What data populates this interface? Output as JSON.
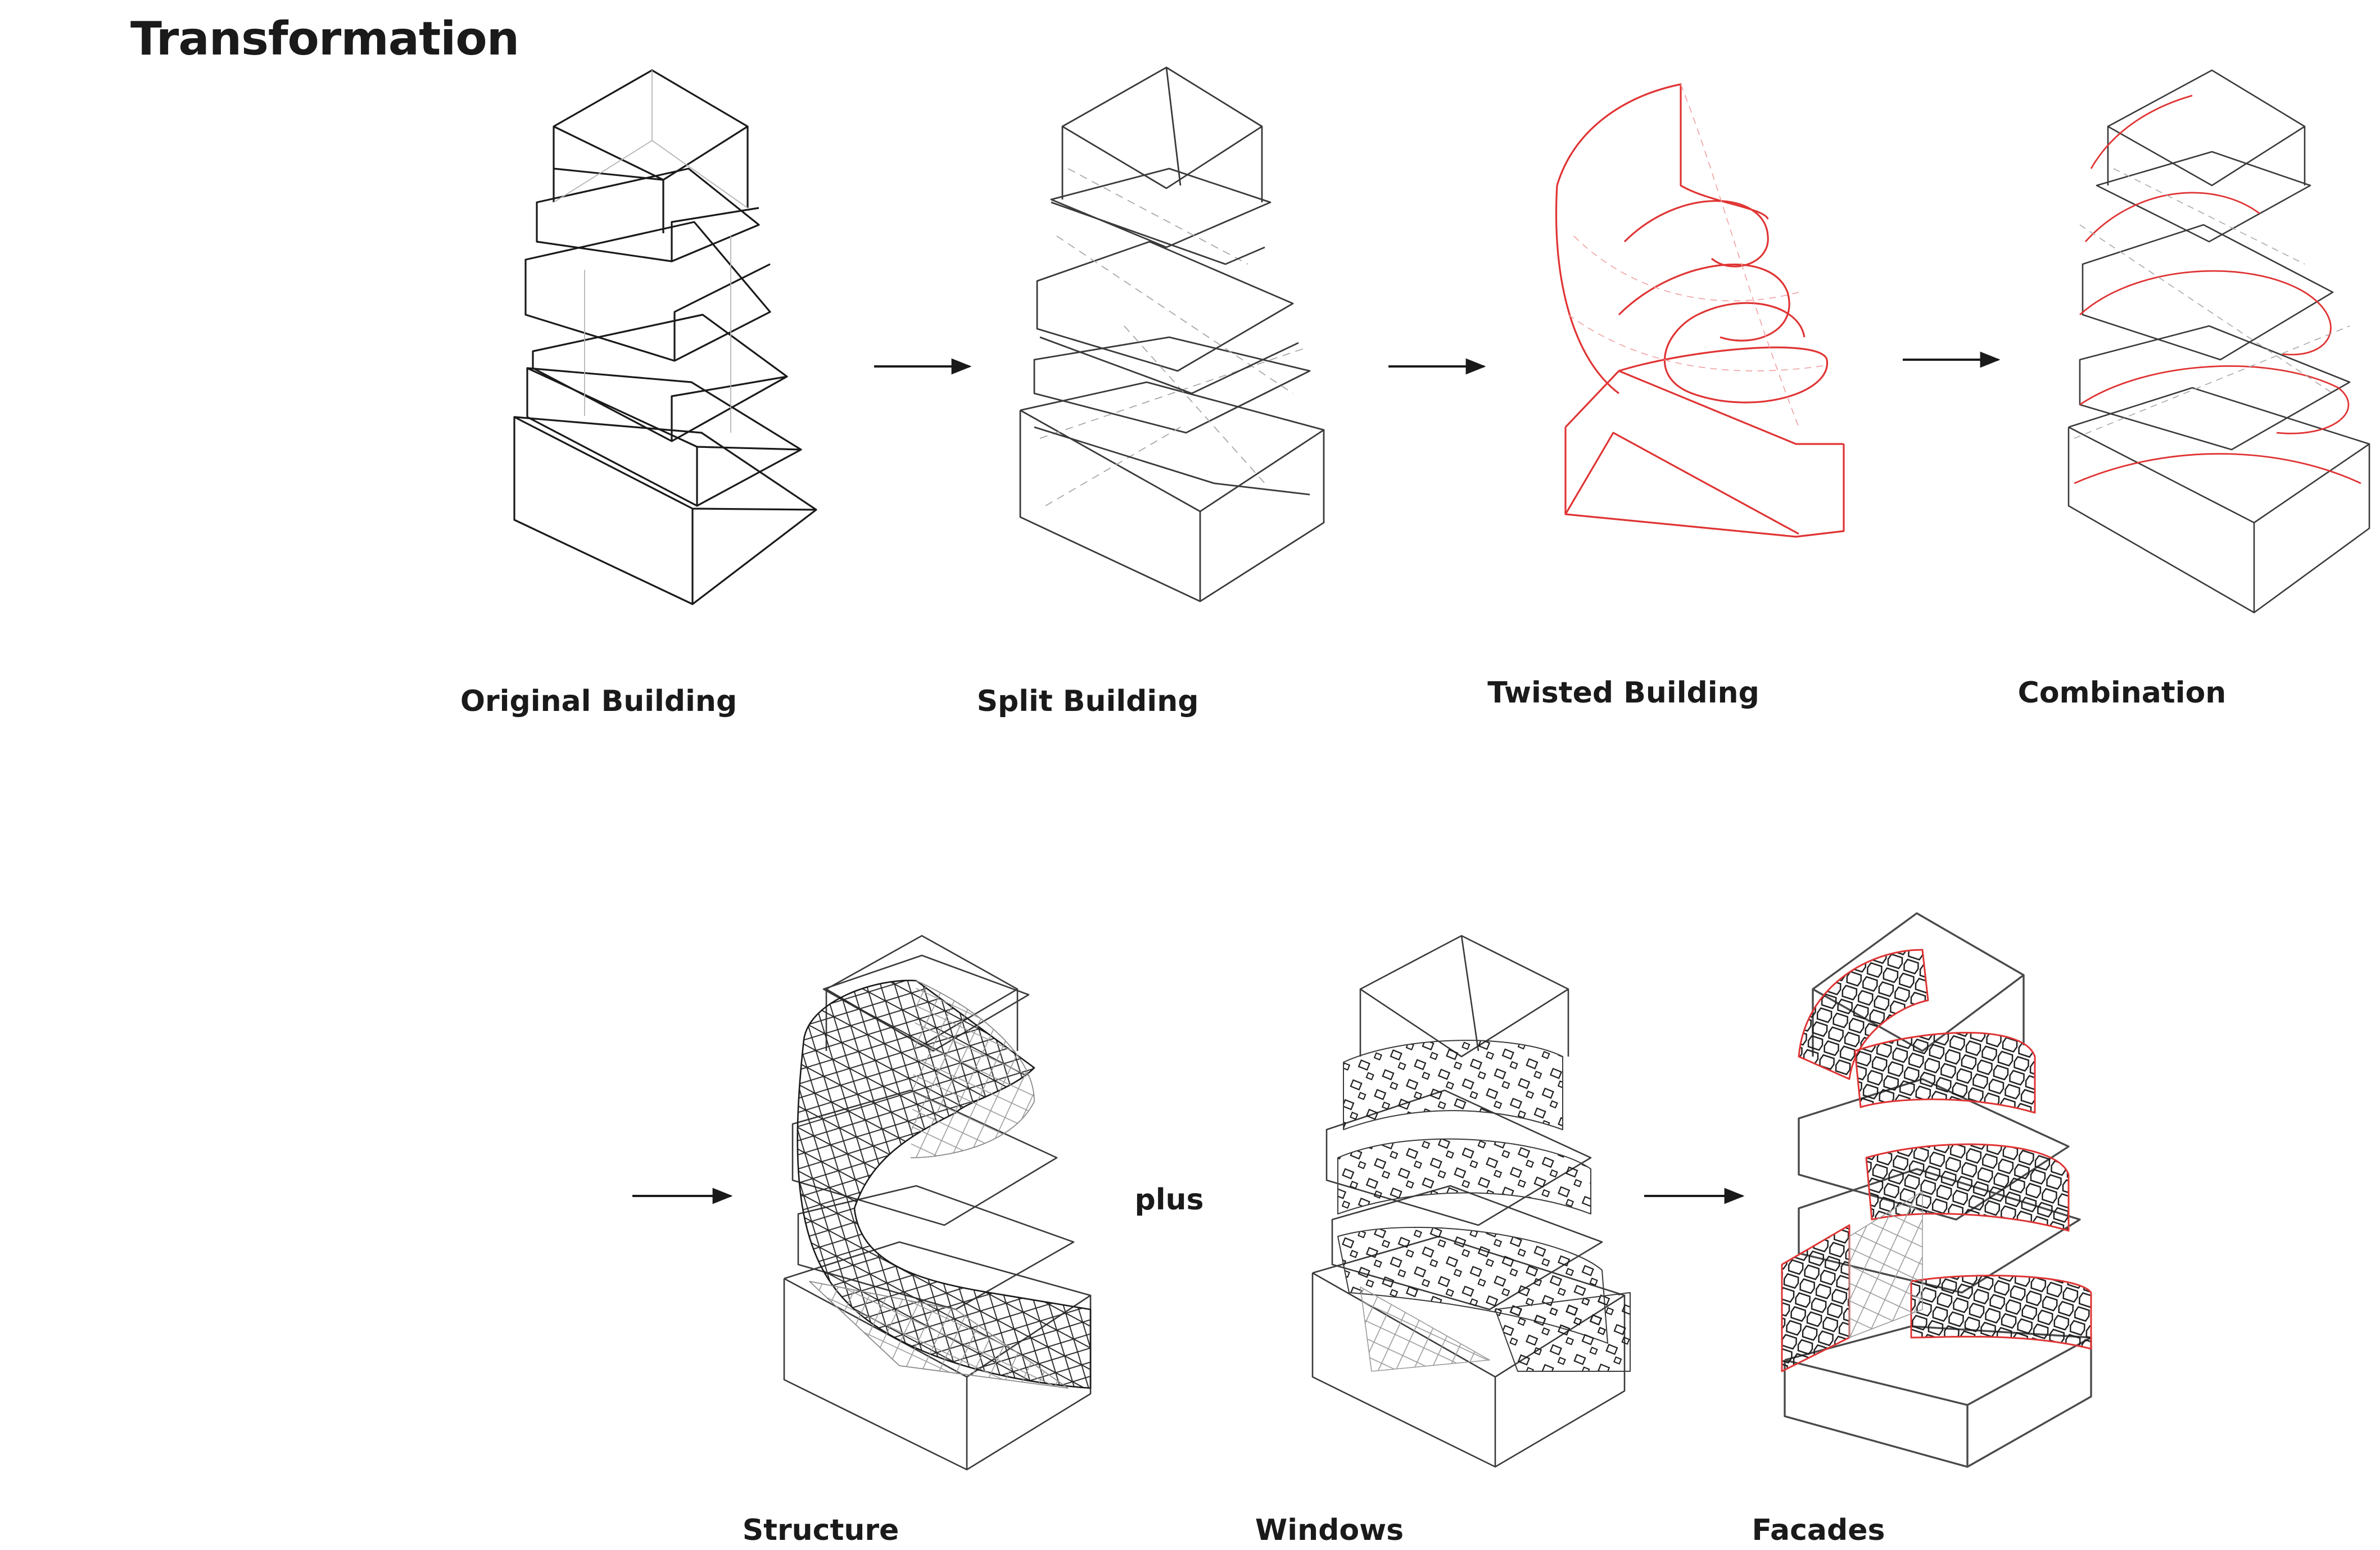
{
  "title": "Transformation",
  "row1": {
    "labels": [
      "Original Building",
      "Split Building",
      "Twisted Building",
      "Combination"
    ]
  },
  "row2": {
    "labels": [
      "Structure",
      "Windows",
      "Facades"
    ],
    "plus": "plus"
  },
  "colors": {
    "line": "#1a1a1a",
    "light": "#9a9a9a",
    "accent": "#e03434"
  }
}
